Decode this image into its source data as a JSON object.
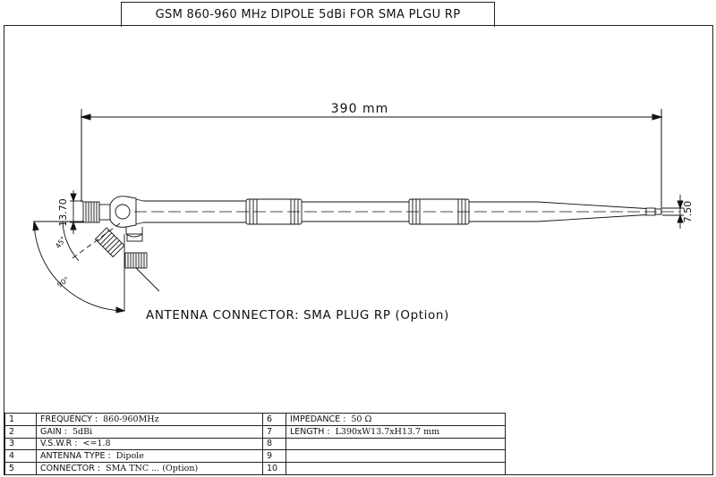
{
  "title": "GSM 860-960 MHz DIPOLE 5dBi FOR SMA PLGU RP",
  "dimensions": {
    "length": "390 mm",
    "base_height": "13.70",
    "tip_diameter": "7.50",
    "tilt_angle": "45°",
    "swing_angle": "90°"
  },
  "caption": "ANTENNA CONNECTOR: SMA PLUG RP (Option)",
  "specs": {
    "left": [
      {
        "index": "1",
        "label": "FREQUENCY :",
        "value": "860-960MHz"
      },
      {
        "index": "2",
        "label": "GAIN :",
        "value": "5dBi"
      },
      {
        "index": "3",
        "label": "V.S.W.R :",
        "value": "<=1.8"
      },
      {
        "index": "4",
        "label": "ANTENNA TYPE :",
        "value": "Dipole"
      },
      {
        "index": "5",
        "label": "CONNECTOR :",
        "value": "SMA TNC ... (Option)"
      }
    ],
    "right": [
      {
        "index": "6",
        "label": "IMPEDANCE :",
        "value": "50 Ω"
      },
      {
        "index": "7",
        "label": "LENGTH :",
        "value": "L390xW13.7xH13.7 mm"
      },
      {
        "index": "8",
        "label": "",
        "value": ""
      },
      {
        "index": "9",
        "label": "",
        "value": ""
      },
      {
        "index": "10",
        "label": "",
        "value": ""
      }
    ]
  }
}
